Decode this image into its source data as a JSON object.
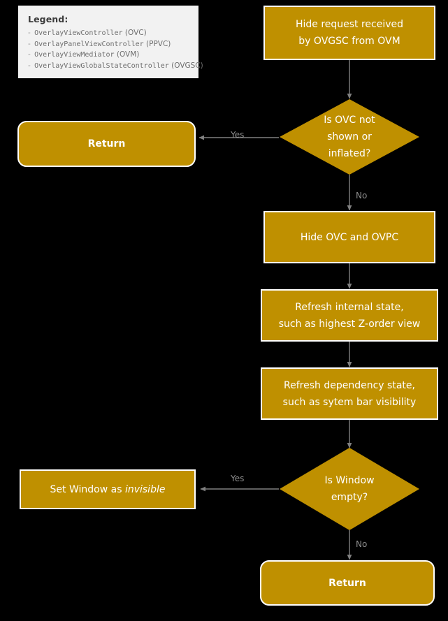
{
  "legend": {
    "title": "Legend:",
    "items": [
      {
        "class_name": "OverlayViewController",
        "abbr": "(OVC)"
      },
      {
        "class_name": "OverlayPanelViewController",
        "abbr": "(PPVC)"
      },
      {
        "class_name": "OverlayViewMediator",
        "abbr": "(OVM)"
      },
      {
        "class_name": "OverlayViewGlobalStateController",
        "abbr": "(OVGSC)"
      }
    ],
    "bullet": "-",
    "background": "#F2F2F2"
  },
  "theme": {
    "node_fill": "#BF9000",
    "node_border": "#FFFFFF",
    "node_text": "#FFFFFF",
    "canvas_background": "#000000",
    "connector": "#808080",
    "edge_label_color": "#8C8C8C"
  },
  "flowchart": {
    "nodes": {
      "start": {
        "shape": "rectangle",
        "line1": "Hide request received",
        "line2": "by OVGSC from OVM"
      },
      "decision_ovc": {
        "shape": "diamond",
        "line1": "Is OVC not",
        "line2": "shown or",
        "line3": "inflated?"
      },
      "return_early": {
        "shape": "rounded-rectangle",
        "label": "Return"
      },
      "hide_ovc": {
        "shape": "rectangle",
        "label": "Hide OVC and OVPC"
      },
      "refresh_internal": {
        "shape": "rectangle",
        "line1": "Refresh internal state,",
        "line2": "such as highest Z-order view"
      },
      "refresh_dependency": {
        "shape": "rectangle",
        "line1": "Refresh dependency state,",
        "line2": "such as sytem bar visibility"
      },
      "decision_window": {
        "shape": "diamond",
        "line1": "Is Window",
        "line2": "empty?"
      },
      "set_invisible": {
        "shape": "rectangle",
        "prefix": "Set Window as ",
        "emphasis": "invisible"
      },
      "return_end": {
        "shape": "rounded-rectangle",
        "label": "Return"
      }
    },
    "edge_labels": {
      "ovc_yes": "Yes",
      "ovc_no": "No",
      "window_yes": "Yes",
      "window_no": "No"
    }
  }
}
